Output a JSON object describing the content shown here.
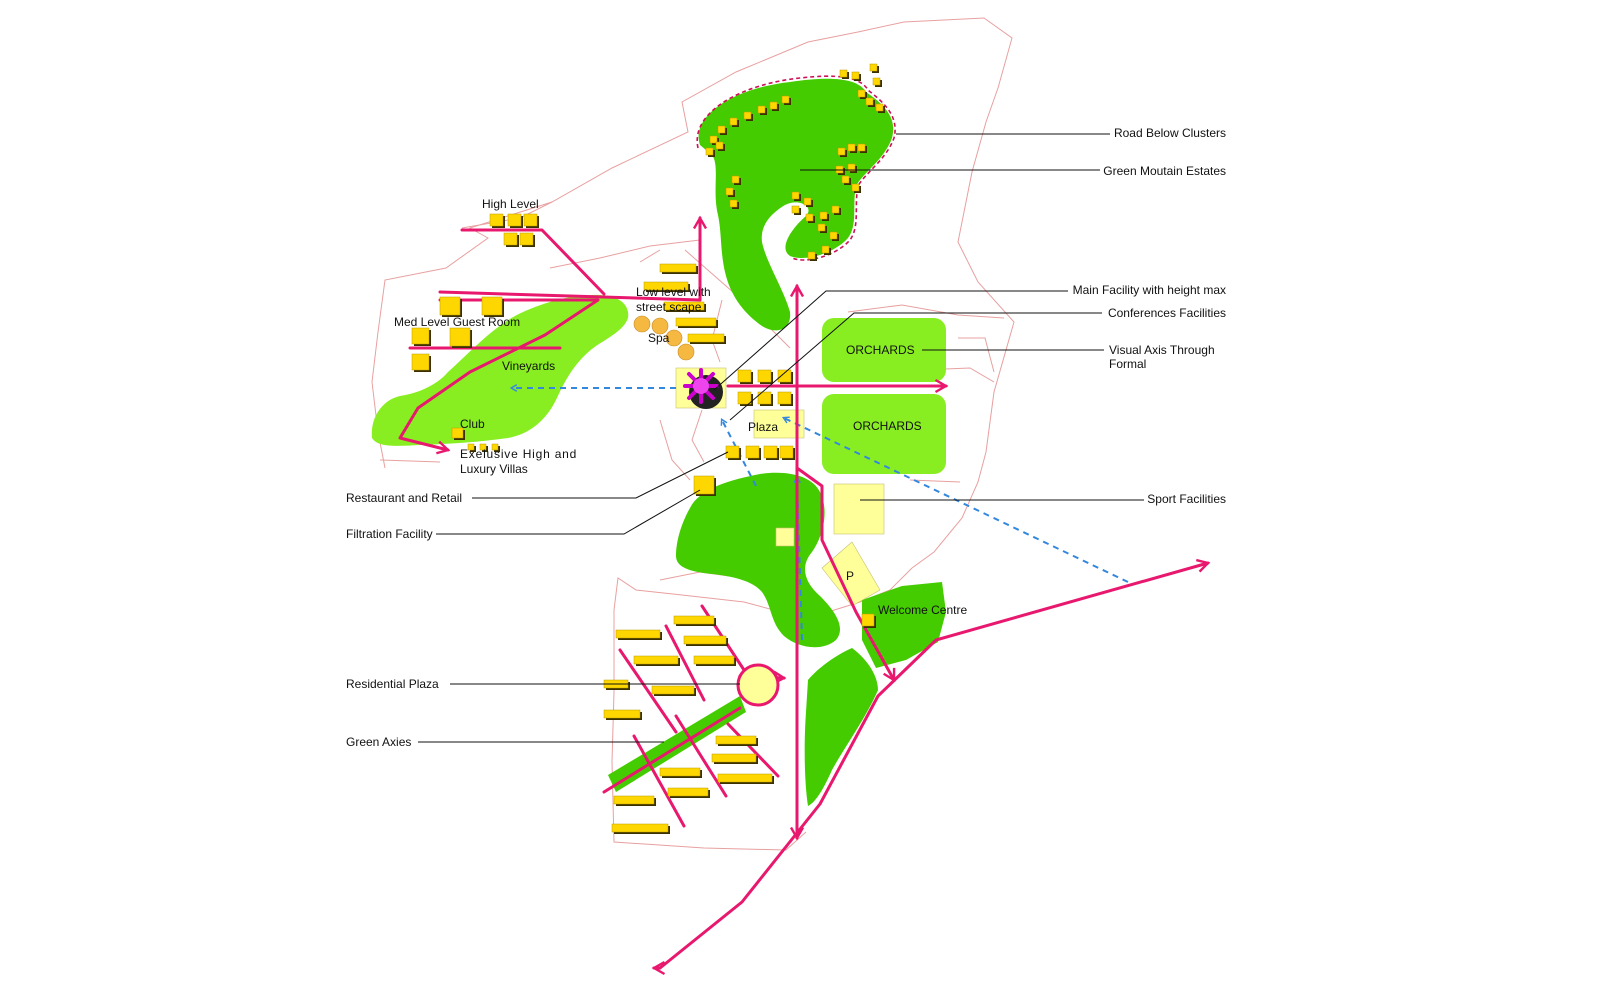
{
  "callouts": {
    "road_below_clusters": "Road Below Clusters",
    "green_mountain_estates": "Green Moutain Estates",
    "main_facility": "Main Facility with height max",
    "conference_facilities": "Conferences Facilities",
    "visual_axis_line1": "Visual Axis Through",
    "visual_axis_line2": "Formal",
    "sport_facilities": "Sport Facilities",
    "restaurant_retail": "Restaurant and Retail",
    "filtration_facility": "Filtration Facility",
    "residential_plaza": "Residential Plaza",
    "green_axies": "Green Axies"
  },
  "zones": {
    "high_level": "High Level",
    "med_level": "Med Level Guest Room",
    "low_level_line1": "Low level with",
    "low_level_line2": "street scape",
    "spa": "Spa",
    "vineyards": "Vineyards",
    "club": "Club",
    "villas_line1": "Exelusive High and",
    "villas_line2": "Luxury Villas",
    "orchards_1": "ORCHARDS",
    "orchards_2": "ORCHARDS",
    "plaza": "Plaza",
    "parking": "P",
    "welcome_centre": "Welcome Centre"
  },
  "colors": {
    "road": "#e8186e",
    "dark_green": "#44cc00",
    "light_green": "#88ee22",
    "building": "#ffd700",
    "pale_yellow": "#ffff99",
    "site_outline": "#e8a0a0",
    "visual_axis": "#3388dd",
    "main_facility": "#cc00cc",
    "leader_line": "#111111"
  },
  "icons": {
    "main_facility": "asterisk-star-icon",
    "road_arrow": "arrow-head-icon"
  }
}
